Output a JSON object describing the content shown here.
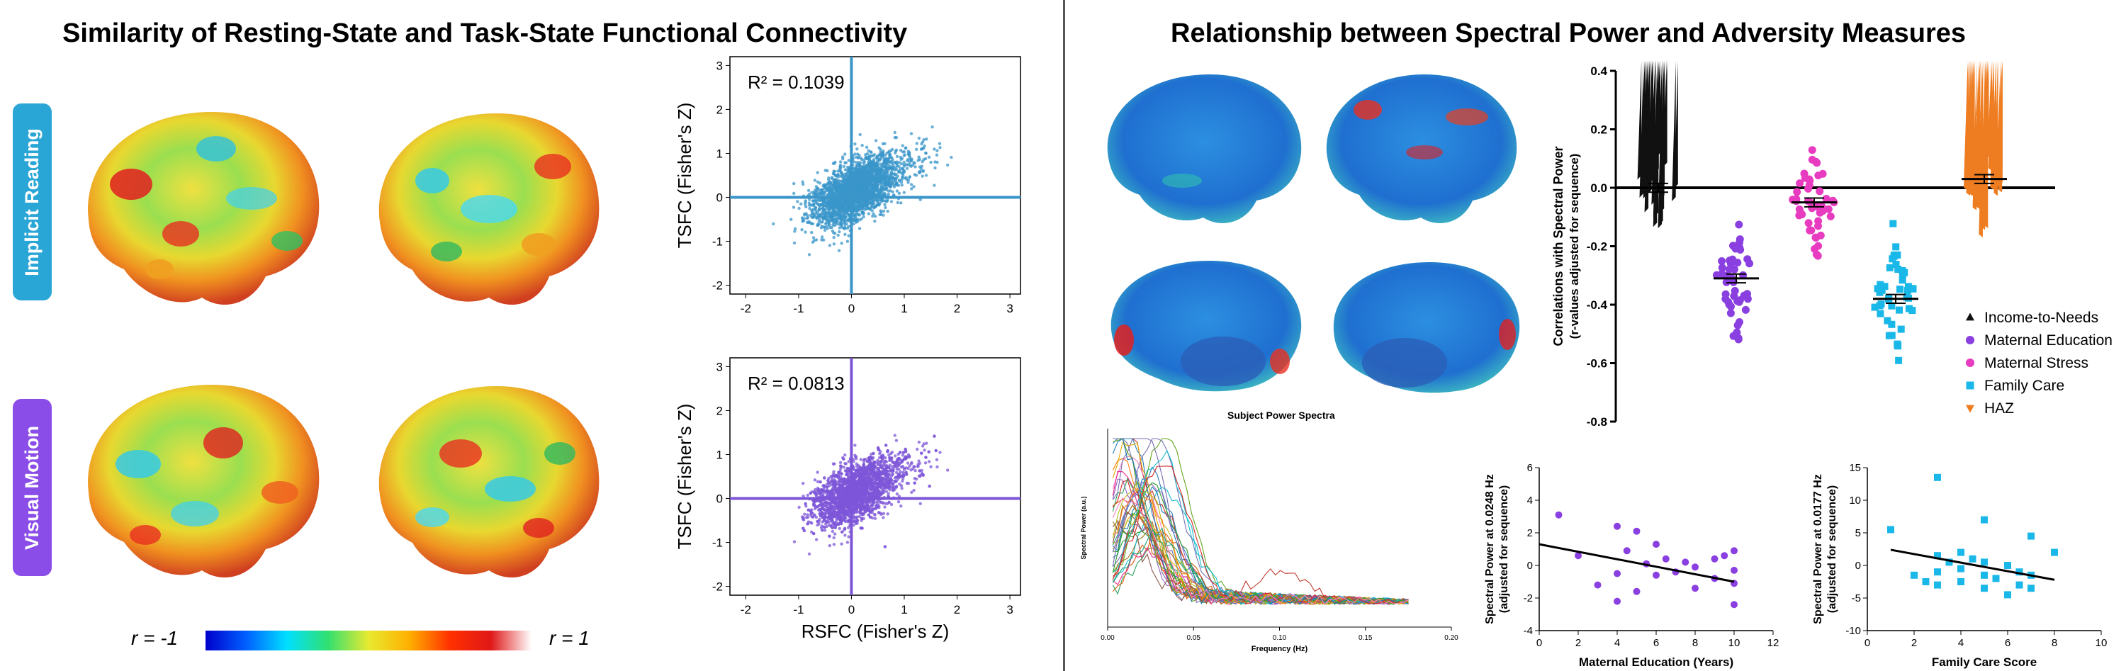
{
  "left": {
    "title": "Similarity of Resting-State and Task-State Functional Connectivity",
    "labels": [
      {
        "text": "Implicit Reading",
        "color": "#2aa6d6"
      },
      {
        "text": "Visual Motion",
        "color": "#8b4de8"
      }
    ],
    "colorbar": {
      "min_label": "r = -1",
      "max_label": "r = 1"
    }
  },
  "right": {
    "title": "Relationship between Spectral Power and Adversity Measures",
    "subject_spectra_label": "Subject Power Spectra"
  },
  "chart_data": [
    {
      "type": "scatter",
      "name": "implicit-reading-scatter",
      "color": "#3a95c9",
      "annotation": "R² = 0.1039",
      "xlabel": "RSFC (Fisher's Z)",
      "ylabel": "TSFC (Fisher's Z)",
      "xlim": [
        -2.3,
        3.2
      ],
      "ylim": [
        -2.2,
        3.2
      ],
      "xticks": [
        -2,
        -1,
        0,
        1,
        2,
        3
      ],
      "yticks": [
        -2,
        -1,
        0,
        1,
        2,
        3
      ],
      "r2": 0.1039,
      "slope": 0.55
    },
    {
      "type": "scatter",
      "name": "visual-motion-scatter",
      "color": "#7d55d8",
      "annotation": "R² = 0.0813",
      "xlabel": "RSFC (Fisher's Z)",
      "ylabel": "TSFC (Fisher's Z)",
      "xlim": [
        -2.3,
        3.2
      ],
      "ylim": [
        -2.2,
        3.2
      ],
      "xticks": [
        -2,
        -1,
        0,
        1,
        2,
        3
      ],
      "yticks": [
        -2,
        -1,
        0,
        1,
        2,
        3
      ],
      "r2": 0.0813,
      "slope": 0.5
    },
    {
      "type": "scatter",
      "name": "correlations-dotplot",
      "ylabel": "Correlations with Spectral Power",
      "ylabel2": "(r-values adjusted for sequence)",
      "ylim": [
        -0.8,
        0.4
      ],
      "yticks": [
        0.4,
        0.2,
        0.0,
        -0.2,
        -0.4,
        -0.6,
        -0.8
      ],
      "series": [
        {
          "name": "Income-to-Needs",
          "color": "#111111",
          "marker": "triangle-up",
          "mean": 0.0,
          "sd": 0.075,
          "n": 46
        },
        {
          "name": "Maternal Education",
          "color": "#8a3fe0",
          "marker": "circle",
          "mean": -0.31,
          "sd": 0.1,
          "n": 46
        },
        {
          "name": "Maternal Stress",
          "color": "#e83cc0",
          "marker": "circle",
          "mean": -0.05,
          "sd": 0.09,
          "n": 46
        },
        {
          "name": "Family Care",
          "color": "#1ab8e8",
          "marker": "square",
          "mean": -0.38,
          "sd": 0.09,
          "n": 46
        },
        {
          "name": "HAZ",
          "color": "#ee7d22",
          "marker": "triangle-down",
          "mean": 0.03,
          "sd": 0.09,
          "n": 46
        }
      ]
    },
    {
      "type": "line",
      "name": "subject-power-spectra",
      "xlabel": "Frequency (Hz)",
      "ylabel": "Spectral Power (a.u.)",
      "xlim": [
        0,
        0.2
      ],
      "xticks": [
        "0.00",
        "0.05",
        "0.10",
        "0.15",
        "0.20"
      ],
      "n_series": 40,
      "palette": [
        "#c0392b",
        "#2c7fb8",
        "#2ca25f",
        "#d95f0e",
        "#756bb1",
        "#e7298a",
        "#66a61e",
        "#1b9e77",
        "#7570b3",
        "#a6761d",
        "#e6ab02",
        "#17becf",
        "#bcbd22",
        "#8c564b",
        "#9467bd",
        "#ff7f0e",
        "#1f77b4",
        "#d62728",
        "#2ca02c",
        "#f781bf"
      ]
    },
    {
      "type": "scatter",
      "name": "maternal-education-scatter",
      "color": "#8a3fe0",
      "xlabel": "Maternal Education (Years)",
      "ylabel": "Spectral Power at 0.0248 Hz",
      "ylabel2": "(adjusted for sequence)",
      "xlim": [
        0,
        12
      ],
      "ylim": [
        -4,
        6
      ],
      "xticks": [
        0,
        2,
        4,
        6,
        8,
        10,
        12
      ],
      "yticks": [
        -4,
        -2,
        0,
        2,
        4,
        6
      ],
      "fit": [
        [
          0,
          1.3
        ],
        [
          10,
          -1.0
        ]
      ],
      "points": [
        [
          1,
          3.1
        ],
        [
          2,
          0.6
        ],
        [
          3,
          -1.2
        ],
        [
          4,
          2.4
        ],
        [
          4,
          -0.5
        ],
        [
          4,
          -2.2
        ],
        [
          4.5,
          0.9
        ],
        [
          5,
          2.1
        ],
        [
          5,
          -1.6
        ],
        [
          5.5,
          0.1
        ],
        [
          6,
          1.3
        ],
        [
          6,
          -0.6
        ],
        [
          6.5,
          0.4
        ],
        [
          7,
          -0.4
        ],
        [
          7.5,
          0.2
        ],
        [
          8,
          -0.1
        ],
        [
          8,
          -1.4
        ],
        [
          9,
          0.4
        ],
        [
          9,
          -0.8
        ],
        [
          9.5,
          0.6
        ],
        [
          10,
          0.9
        ],
        [
          10,
          -0.3
        ],
        [
          10,
          -1.1
        ],
        [
          10,
          -2.4
        ]
      ]
    },
    {
      "type": "scatter",
      "name": "family-care-scatter",
      "color": "#1ab8e8",
      "xlabel": "Family Care Score",
      "ylabel": "Spectral Power at 0.0177 Hz",
      "ylabel2": "(adjusted for sequence)",
      "xlim": [
        0,
        10
      ],
      "ylim": [
        -10,
        15
      ],
      "xticks": [
        0,
        2,
        4,
        6,
        8,
        10
      ],
      "yticks": [
        -10,
        -5,
        0,
        5,
        10,
        15
      ],
      "fit": [
        [
          1,
          2.4
        ],
        [
          8,
          -2.2
        ]
      ],
      "points": [
        [
          1,
          5.5
        ],
        [
          2,
          -1.5
        ],
        [
          2.5,
          -2.5
        ],
        [
          3,
          13.5
        ],
        [
          3,
          1.5
        ],
        [
          3,
          -1.0
        ],
        [
          3,
          -3.0
        ],
        [
          3.5,
          0.5
        ],
        [
          4,
          2.0
        ],
        [
          4,
          -0.5
        ],
        [
          4,
          -2.5
        ],
        [
          4.5,
          1.0
        ],
        [
          5,
          7.0
        ],
        [
          5,
          0.5
        ],
        [
          5,
          -1.5
        ],
        [
          5,
          -3.5
        ],
        [
          5.5,
          -2.0
        ],
        [
          6,
          0.0
        ],
        [
          6,
          -4.5
        ],
        [
          6.5,
          -1.0
        ],
        [
          6.5,
          -3.0
        ],
        [
          7,
          4.5
        ],
        [
          7,
          -1.5
        ],
        [
          7,
          -3.5
        ],
        [
          8,
          2.0
        ]
      ]
    }
  ]
}
